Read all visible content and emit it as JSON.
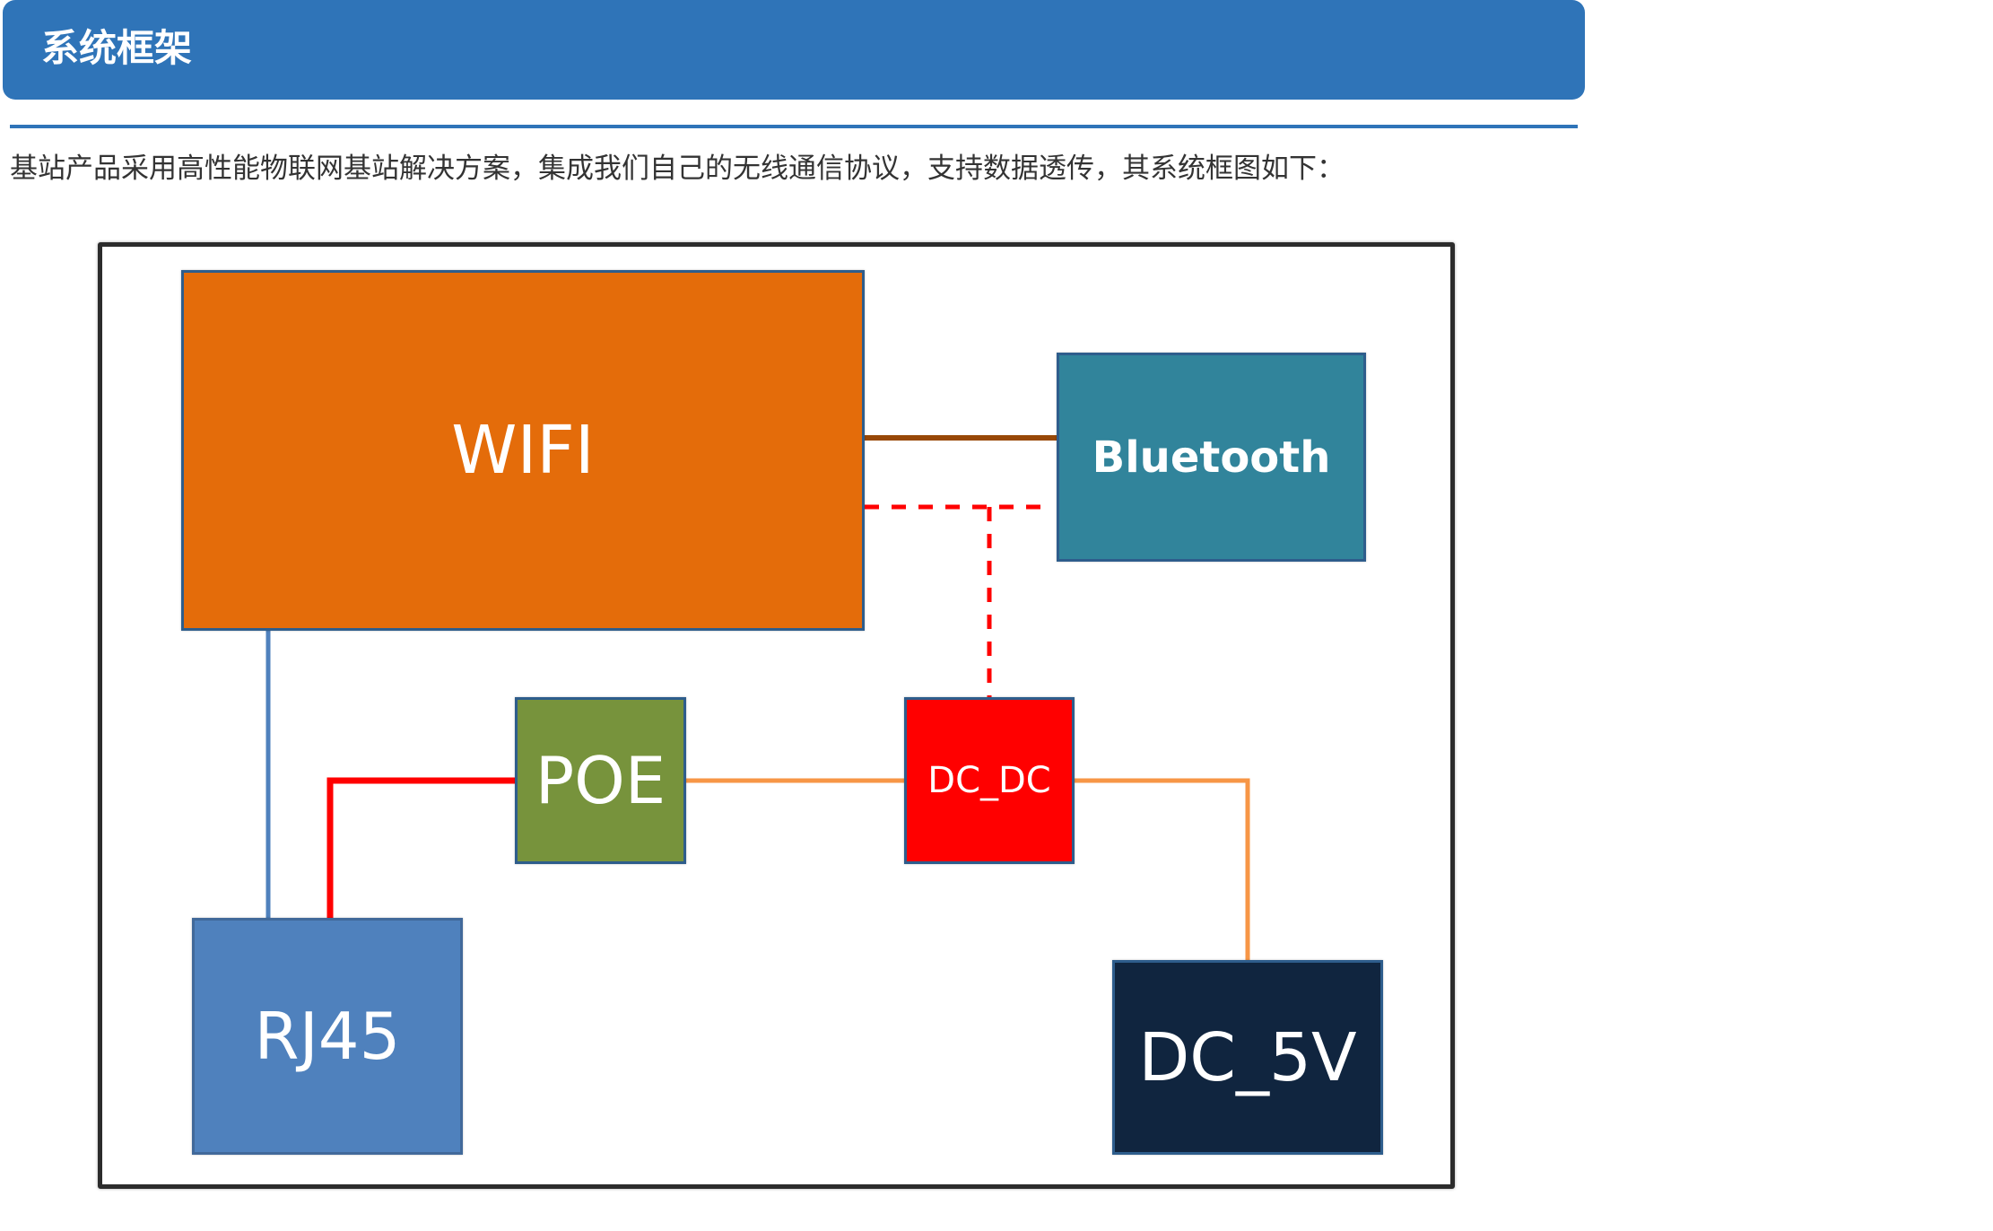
{
  "header": {
    "title": "系统框架",
    "bar_color": "#2f74b8"
  },
  "intro": {
    "text": "基站产品采用高性能物联网基站解决方案，集成我们自己的无线通信协议，支持数据透传，其系统框图如下："
  },
  "diagram": {
    "blocks": {
      "wifi": {
        "label": "WIFI",
        "color": "#e46c0a"
      },
      "bluetooth": {
        "label": "Bluetooth",
        "color": "#31849b"
      },
      "poe": {
        "label": "POE",
        "color": "#77933c"
      },
      "dc_dc": {
        "label": "DC_DC",
        "color": "#ff0000"
      },
      "rj45": {
        "label": "RJ45",
        "color": "#4f81bd"
      },
      "dc_5v": {
        "label": "DC_5V",
        "color": "#10253f"
      }
    },
    "connections": [
      {
        "from": "WIFI",
        "to": "Bluetooth",
        "style": "solid",
        "color": "#984807"
      },
      {
        "from": "WIFI",
        "to": "DC_DC",
        "style": "dashed",
        "color": "#ff0000"
      },
      {
        "from": "Bluetooth",
        "to": "DC_DC",
        "style": "dashed",
        "color": "#ff0000"
      },
      {
        "from": "WIFI",
        "to": "RJ45",
        "style": "solid",
        "color": "#4f81bd"
      },
      {
        "from": "RJ45",
        "to": "POE",
        "style": "solid",
        "color": "#ff0000"
      },
      {
        "from": "POE",
        "to": "DC_DC",
        "style": "solid",
        "color": "#f79646"
      },
      {
        "from": "DC_DC",
        "to": "DC_5V",
        "style": "solid",
        "color": "#f79646"
      }
    ]
  }
}
